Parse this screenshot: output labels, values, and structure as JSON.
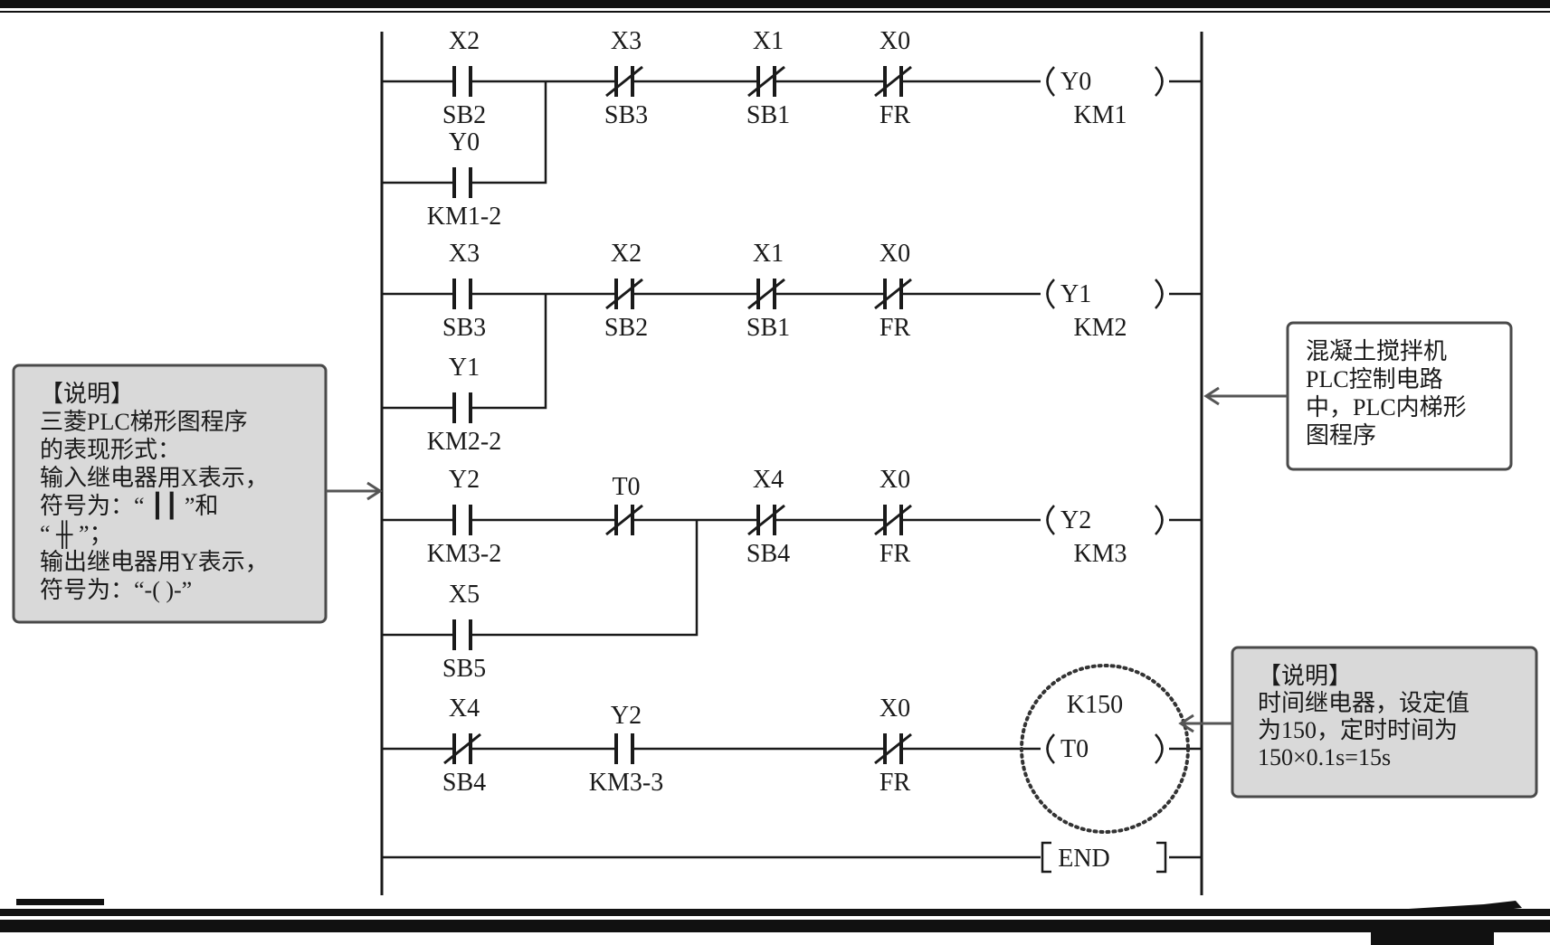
{
  "rungs": [
    {
      "contacts": [
        {
          "addr": "X2",
          "label": "SB2",
          "type": "NO"
        },
        {
          "addr": "X3",
          "label": "SB3",
          "type": "NC"
        },
        {
          "addr": "X1",
          "label": "SB1",
          "type": "NC"
        },
        {
          "addr": "X0",
          "label": "FR",
          "type": "NC"
        }
      ],
      "branch": [
        {
          "addr": "Y0",
          "label": "KM1-2",
          "type": "NO"
        }
      ],
      "coil": {
        "addr": "Y0",
        "label": "KM1"
      }
    },
    {
      "contacts": [
        {
          "addr": "X3",
          "label": "SB3",
          "type": "NO"
        },
        {
          "addr": "X2",
          "label": "SB2",
          "type": "NC"
        },
        {
          "addr": "X1",
          "label": "SB1",
          "type": "NC"
        },
        {
          "addr": "X0",
          "label": "FR",
          "type": "NC"
        }
      ],
      "branch": [
        {
          "addr": "Y1",
          "label": "KM2-2",
          "type": "NO"
        }
      ],
      "coil": {
        "addr": "Y1",
        "label": "KM2"
      }
    },
    {
      "contacts": [
        {
          "addr": "Y2",
          "label": "KM3-2",
          "type": "NO"
        },
        {
          "addr": "T0",
          "label": "",
          "type": "NC"
        },
        {
          "addr": "X4",
          "label": "SB4",
          "type": "NC"
        },
        {
          "addr": "X0",
          "label": "FR",
          "type": "NC"
        }
      ],
      "branch": [
        {
          "addr": "X5",
          "label": "SB5",
          "type": "NO"
        }
      ],
      "coil": {
        "addr": "Y2",
        "label": "KM3"
      }
    },
    {
      "contacts": [
        {
          "addr": "X4",
          "label": "SB4",
          "type": "NC"
        },
        {
          "addr": "Y2",
          "label": "KM3-3",
          "type": "NO"
        },
        {
          "addr": "X0",
          "label": "FR",
          "type": "NC"
        }
      ],
      "coil": {
        "addr": "T0",
        "label": "",
        "setting": "K150"
      }
    }
  ],
  "end_label": "END",
  "left_note": {
    "lines": [
      "【说明】",
      "三菱PLC梯形图程序",
      "的表现形式：",
      "输入继电器用X表示，",
      "符号为：“ ┃┃ ”和",
      "“ ╫ ”；",
      "输出继电器用Y表示，",
      "符号为：“-(  )-”"
    ]
  },
  "right_note": {
    "lines": [
      "混凝土搅拌机",
      "PLC控制电路",
      "中，PLC内梯形",
      "图程序"
    ]
  },
  "timer_note": {
    "lines": [
      "【说明】",
      "时间继电器，设定值",
      "为150，定时时间为",
      "150×0.1s=15s"
    ]
  },
  "colors": {
    "note_fill": "#d9d9d9",
    "note_border": "#4a4a4a",
    "line": "#1a1a1a",
    "arrow": "#555555"
  }
}
